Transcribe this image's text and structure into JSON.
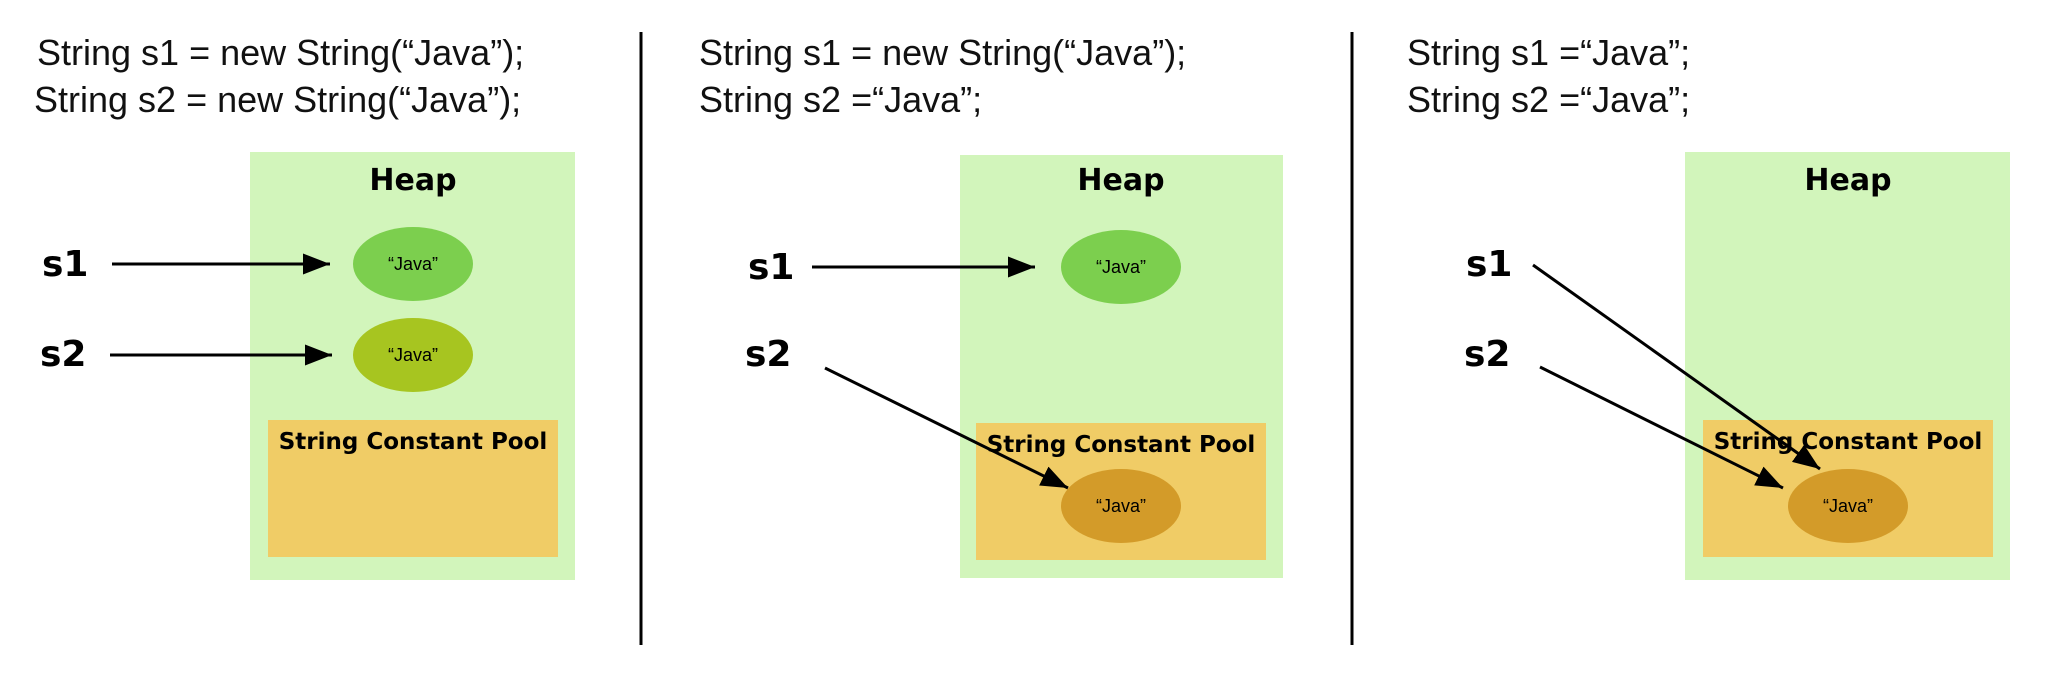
{
  "colors": {
    "heap": "#d2f5bb",
    "pool": "#f0cc66",
    "object_green": "#7ccf4e",
    "object_olive": "#a7c520",
    "object_gold": "#d39b29",
    "line": "#000000"
  },
  "panels": [
    {
      "code": [
        "String s1 = new String(“Java”);",
        "String s2 = new String(“Java”);"
      ],
      "vars": [
        "s1",
        "s2"
      ],
      "heap_label": "Heap",
      "pool_label": "String Constant Pool",
      "objects": [
        {
          "label": "“Java”",
          "region": "heap",
          "color": "#7ccf4e"
        },
        {
          "label": "“Java”",
          "region": "heap",
          "color": "#a7c520"
        }
      ],
      "refs": [
        {
          "from": "s1",
          "to": 0
        },
        {
          "from": "s2",
          "to": 1
        }
      ]
    },
    {
      "code": [
        "String s1 = new String(“Java”);",
        "String s2 =“Java”;"
      ],
      "vars": [
        "s1",
        "s2"
      ],
      "heap_label": "Heap",
      "pool_label": "String Constant Pool",
      "objects": [
        {
          "label": "“Java”",
          "region": "heap",
          "color": "#7ccf4e"
        },
        {
          "label": "“Java”",
          "region": "pool",
          "color": "#d39b29"
        }
      ],
      "refs": [
        {
          "from": "s1",
          "to": 0
        },
        {
          "from": "s2",
          "to": 1
        }
      ]
    },
    {
      "code": [
        "String s1 =“Java”;",
        "String s2 =“Java”;"
      ],
      "vars": [
        "s1",
        "s2"
      ],
      "heap_label": "Heap",
      "pool_label": "String Constant Pool",
      "objects": [
        {
          "label": "“Java”",
          "region": "pool",
          "color": "#d39b29"
        }
      ],
      "refs": [
        {
          "from": "s1",
          "to": 0
        },
        {
          "from": "s2",
          "to": 0
        }
      ]
    }
  ]
}
